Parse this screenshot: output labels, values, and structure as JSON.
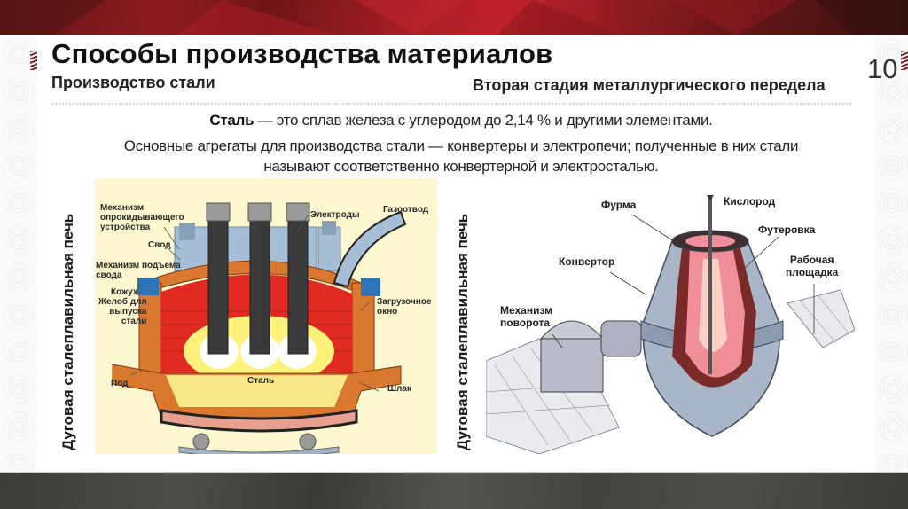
{
  "slide": {
    "title": "Способы производства материалов",
    "subtitle_left": "Производство стали",
    "subtitle_right": "Вторая стадия металлургического передела",
    "page_number": "10"
  },
  "body": {
    "definition_term": "Сталь",
    "definition_rest": " — это сплав железа с углеродом до 2,14 % и другими элементами.",
    "paragraph_line1": "Основные агрегаты для производства стали — конвертеры и электропечи; полученные в них стали",
    "paragraph_line2": "называют соответственно конвертерной и электросталью."
  },
  "figures": {
    "left": {
      "side_label": "Дуговая сталеплавильная печь",
      "labels": {
        "tilt_mechanism": "Механизм\nопрокидывающего\nустройства",
        "roof": "Свод",
        "electrodes": "Электроды",
        "gas_outlet": "Газоотвод",
        "roof_lift": "Механизм подъема\nсвода",
        "shell": "Кожух",
        "tap_spout": "Желоб для\nвыпуска\nстали",
        "charging_door": "Загрузочное\nокно",
        "hearth": "Под",
        "steel": "Сталь",
        "slag": "Шлак"
      }
    },
    "right": {
      "side_label": "Дуговая сталеплавильная печь",
      "labels": {
        "oxygen": "Кислород",
        "lance": "Фурма",
        "lining": "Футеровка",
        "converter": "Конвертор",
        "platform": "Рабочая\nплощадка",
        "rotation": "Механизм\nповорота"
      }
    }
  },
  "colors": {
    "accent_red": "#a51d24",
    "footer_gray": "#45453f",
    "furnace_bg": "#fdf8cf",
    "molten_red": "#e02a22",
    "brick": "#d9782e",
    "steel_yellow": "#f7e98a",
    "converter_steel": "#a9b6c8",
    "flame_pink": "#f08f9a"
  }
}
